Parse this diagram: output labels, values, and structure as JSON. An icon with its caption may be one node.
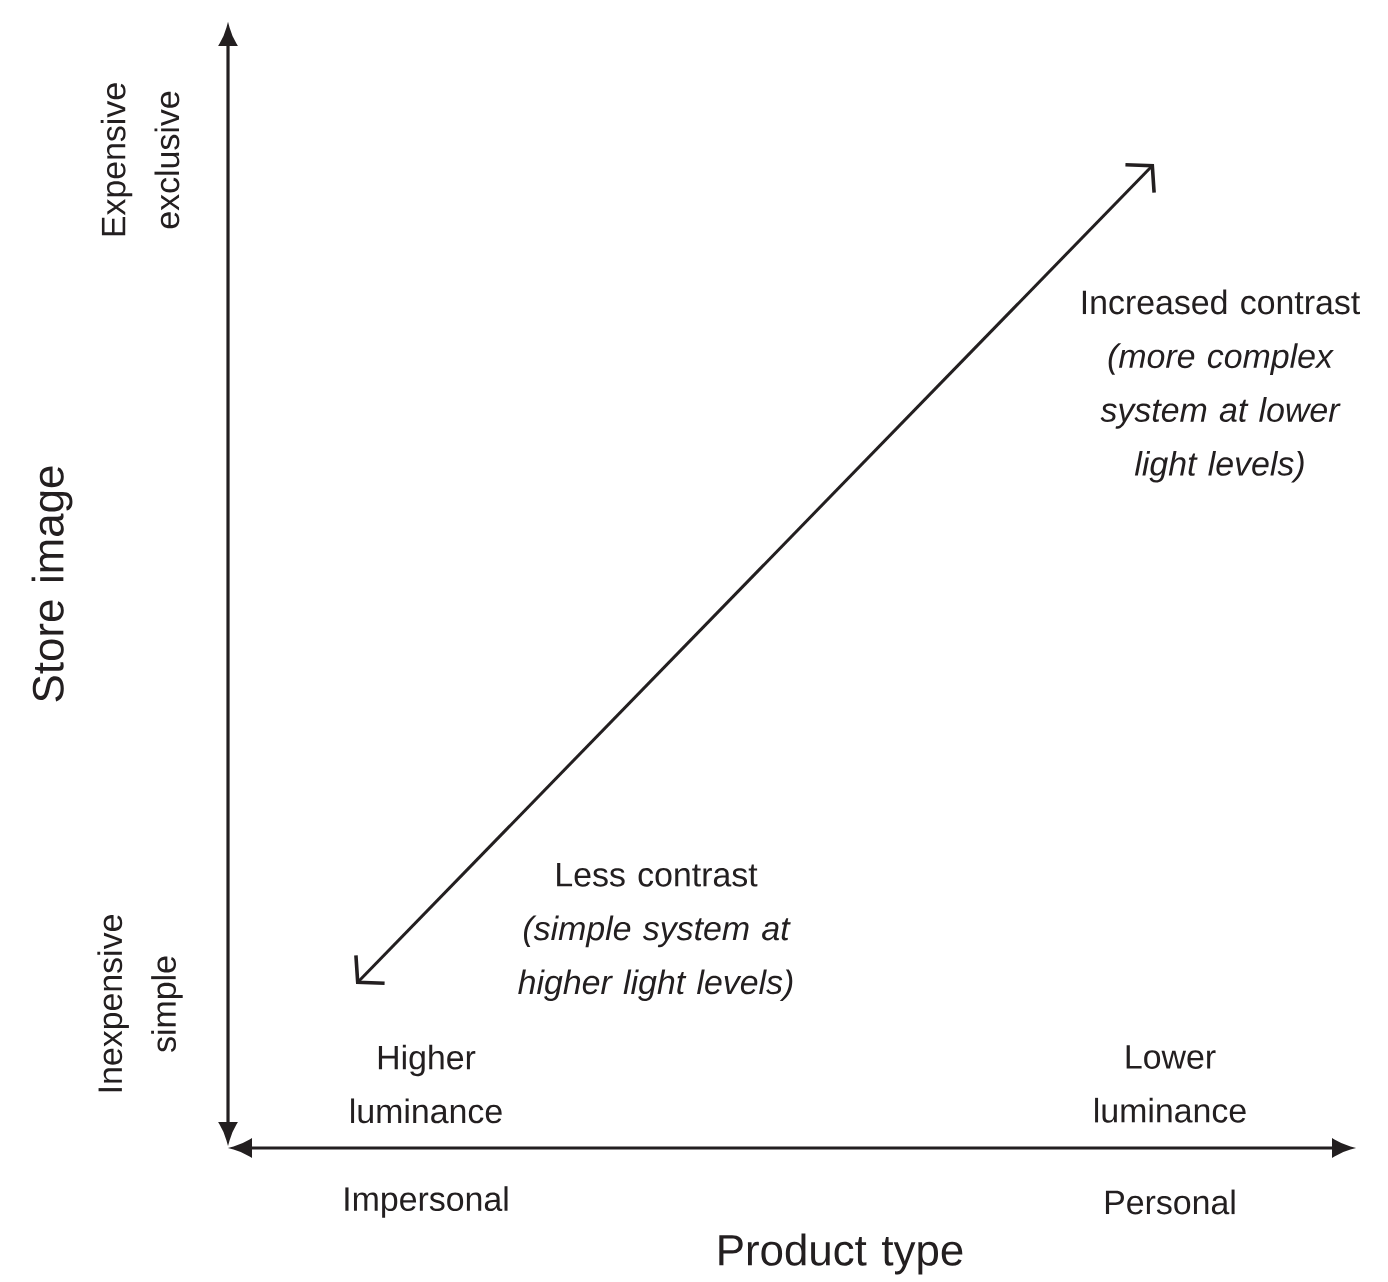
{
  "diagram": {
    "nodes": [
      {
        "text": [
          "Increased contrast",
          "*(more complex system at lower light levels)*"
        ]
      },
      {
        "text": [
          "Less contrast",
          "*(simple system at higher light levels)*"
        ]
      }
    ],
    "labels": [
      "Expensive exclusive",
      "Store image",
      "Inexpensive simple",
      "Higher luminance",
      "Lower luminance",
      "Impersonal",
      "Personal",
      "Product type"
    ]
  }
}
